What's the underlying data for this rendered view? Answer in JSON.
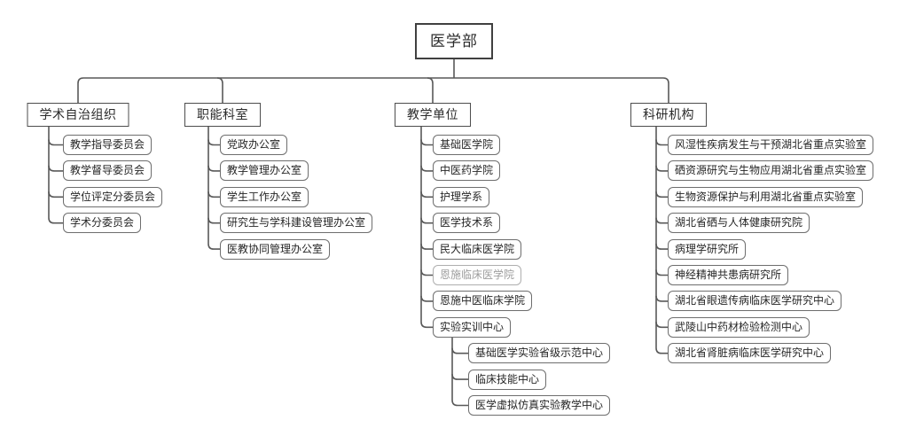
{
  "colors": {
    "line": "#595959",
    "root_border": "#404040",
    "branch_border": "#4d4d4d",
    "leaf_border": "#6e6e6e",
    "text": "#262626",
    "dimmed_text": "#9d9d9d",
    "background": "#ffffff"
  },
  "tree": {
    "root": {
      "label": "医学部"
    },
    "branches": [
      {
        "label": "学术自治组织",
        "children": [
          {
            "label": "教学指导委员会"
          },
          {
            "label": "教学督导委员会"
          },
          {
            "label": "学位评定分委员会"
          },
          {
            "label": "学术分委员会"
          }
        ]
      },
      {
        "label": "职能科室",
        "children": [
          {
            "label": "党政办公室"
          },
          {
            "label": "教学管理办公室"
          },
          {
            "label": "学生工作办公室"
          },
          {
            "label": "研究生与学科建设管理办公室"
          },
          {
            "label": "医教协同管理办公室"
          }
        ]
      },
      {
        "label": "教学单位",
        "children": [
          {
            "label": "基础医学院"
          },
          {
            "label": "中医药学院"
          },
          {
            "label": "护理学系"
          },
          {
            "label": "医学技术系"
          },
          {
            "label": "民大临床医学院"
          },
          {
            "label": "恩施临床医学院",
            "dimmed": true
          },
          {
            "label": "恩施中医临床学院"
          },
          {
            "label": "实验实训中心",
            "children": [
              {
                "label": "基础医学实验省级示范中心"
              },
              {
                "label": "临床技能中心"
              },
              {
                "label": "医学虚拟仿真实验教学中心"
              }
            ]
          }
        ]
      },
      {
        "label": "科研机构",
        "children": [
          {
            "label": "风湿性疾病发生与干预湖北省重点实验室"
          },
          {
            "label": "硒资源研究与生物应用湖北省重点实验室"
          },
          {
            "label": "生物资源保护与利用湖北省重点实验室"
          },
          {
            "label": "湖北省硒与人体健康研究院"
          },
          {
            "label": "病理学研究所"
          },
          {
            "label": "神经精神共患病研究所"
          },
          {
            "label": "湖北省眼遗传病临床医学研究中心"
          },
          {
            "label": "武陵山中药材检验检测中心"
          },
          {
            "label": "湖北省肾脏病临床医学研究中心"
          }
        ]
      }
    ]
  }
}
